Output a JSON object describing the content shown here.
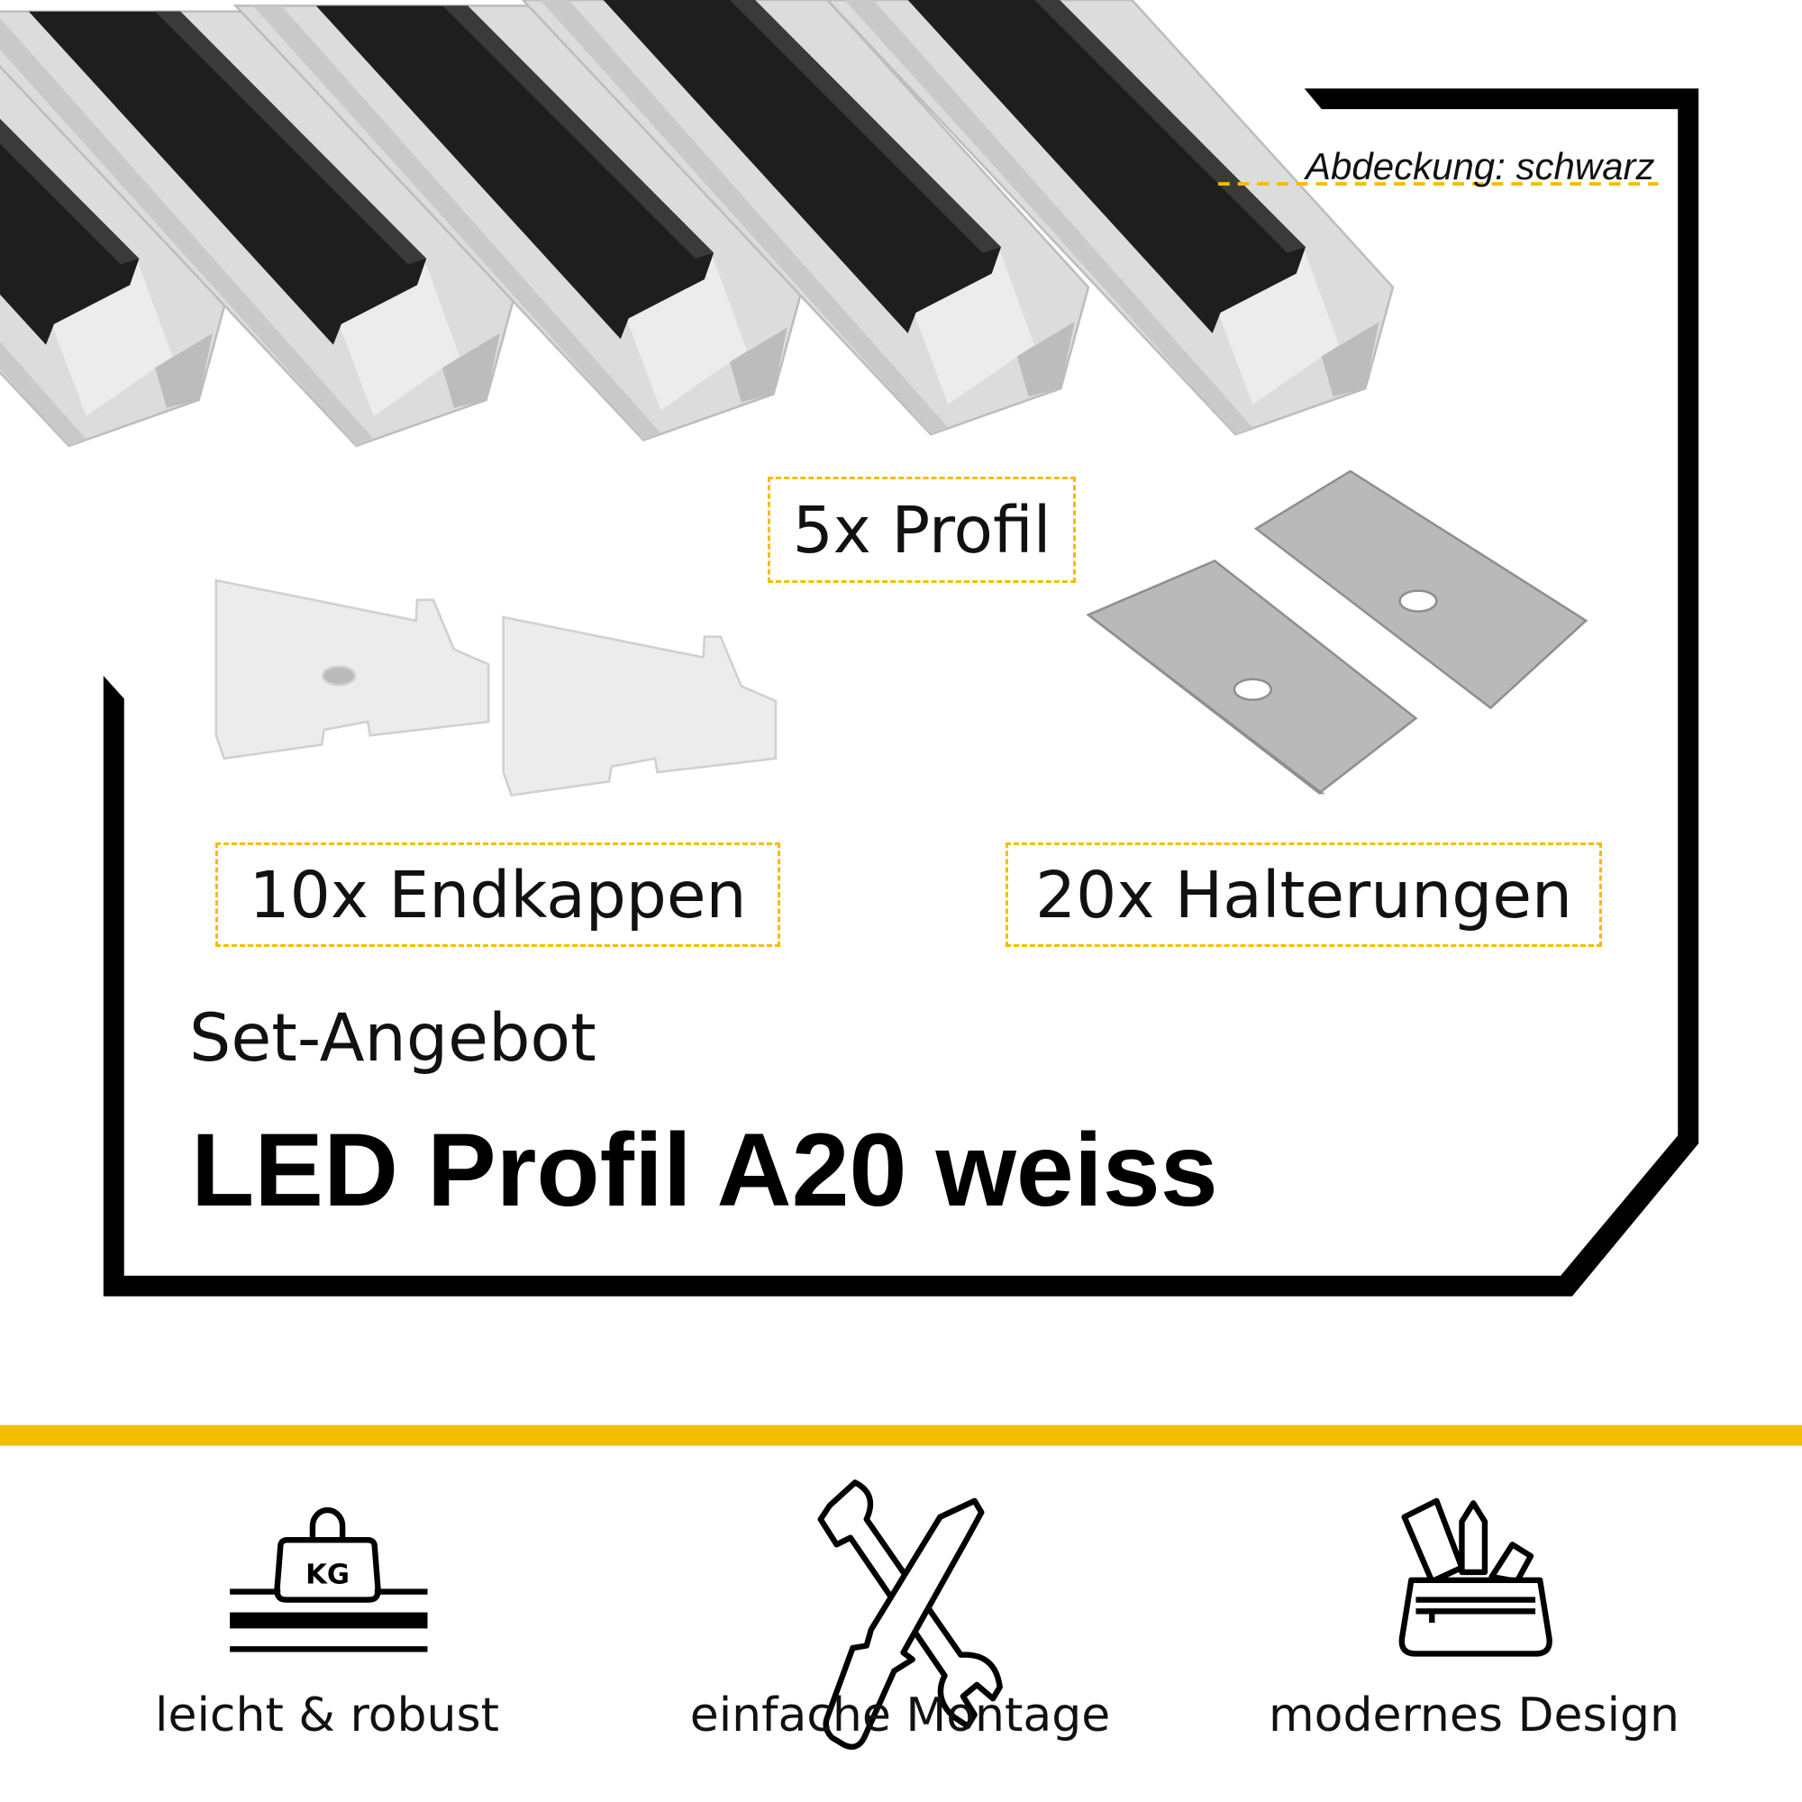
{
  "product": {
    "subtitle": "Set-Angebot",
    "title": "LED Profil A20 weiss",
    "cover_note": "Abdeckung: schwarz"
  },
  "contents": {
    "profiles": "5x Profil",
    "endcaps": "10x Endkappen",
    "brackets": "20x Halterungen"
  },
  "features": [
    {
      "icon": "weight-kg-icon",
      "label": "leicht & robust"
    },
    {
      "icon": "wrench-screwdriver-icon",
      "label": "einfache Montage"
    },
    {
      "icon": "pencil-case-icon",
      "label": "modernes Design"
    }
  ],
  "colors": {
    "accent": "#f5bd00",
    "frame": "#000000",
    "profile": "#d9d9d9",
    "cover": "#1e1e1e"
  }
}
